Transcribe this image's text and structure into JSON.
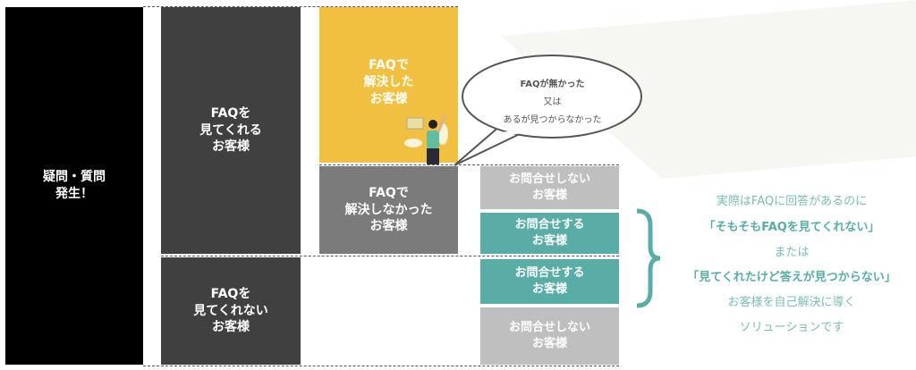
{
  "left": {
    "label": "疑問・質問\n発生！"
  },
  "view": {
    "label": "FAQを\n見てくれる\nお客様"
  },
  "noview": {
    "label": "FAQを\n見てくれない\nお客様"
  },
  "solved": {
    "label": "FAQで\n解決した\nお客様"
  },
  "unsolved": {
    "label": "FAQで\n解決しなかった\nお客様"
  },
  "right": [
    {
      "label": "お問合せしない\nお客様"
    },
    {
      "label": "お問合せする\nお客様"
    },
    {
      "label": "お問合せする\nお客様"
    },
    {
      "label": "お問合せしない\nお客様"
    }
  ],
  "bubble": {
    "lines": [
      "FAQが無かった",
      "又は",
      "あるが見つからなかった"
    ]
  },
  "message": {
    "lines": [
      "実際はFAQに回答があるのに",
      "「そもそもFAQを見てくれない」",
      "または",
      "「見てくれたけど答えが見つからない」",
      "お客様を自己解決に導く",
      "ソリューションです"
    ]
  },
  "colors": {
    "black": "#000000",
    "dark": "#404040",
    "yellow": "#f2c040",
    "mid": "#7b7b7b",
    "light": "#bfbfbf",
    "teal": "#5aada6"
  }
}
